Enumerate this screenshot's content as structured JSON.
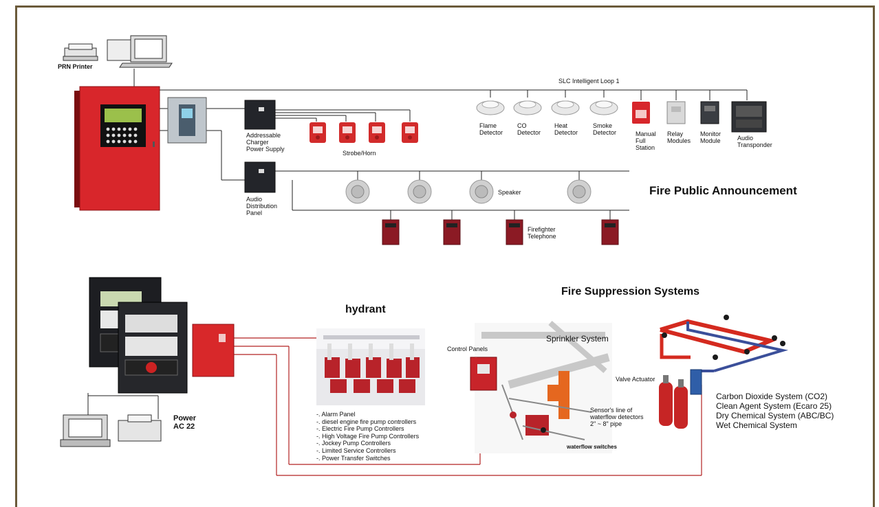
{
  "printer": {
    "label": "PRN Printer"
  },
  "loop": {
    "label": "SLC Intelligent  Loop 1"
  },
  "charger": {
    "label": "Addressable\nCharger\nPower Supply"
  },
  "strobe": {
    "label": "Strobe/Horn"
  },
  "detectors": [
    {
      "label": "Flame\nDetector"
    },
    {
      "label": "CO\nDetector"
    },
    {
      "label": "Heat\nDetector"
    },
    {
      "label": "Smoke\nDetector"
    },
    {
      "label": "Manual\nFull\nStation"
    },
    {
      "label": "Relay\nModules"
    },
    {
      "label": "Monitor\nModule"
    },
    {
      "label": "Audio\nTransponder"
    }
  ],
  "audio_panel": {
    "label": "Audio\nDistribution\nPanel"
  },
  "speaker": {
    "label": "Speaker"
  },
  "telephone": {
    "label": "Firefighter\nTelephone"
  },
  "pa_title": "Fire Public Announcement",
  "suppression_title": "Fire Suppression Systems",
  "hydrant_title": "hydrant",
  "power_label": "Power\nAC 22",
  "hydrant_list": [
    "-. Alarm Panel",
    "-. diesel engine  fire pump controllers",
    "-. Electric Fire Pump Controllers",
    "-. High Voltage Fire Pump Controllers",
    "-. Jockey Pump Controllers",
    "-. Limited  Service Controllers",
    "-. Power Transfer Switches"
  ],
  "sprinkler": {
    "title": "Sprinkler System",
    "control_panels": "Control  Panels",
    "valve_actuator": "Valve Actuator",
    "sensor": "Sensor's line of\nwaterflow detectors\n2\" ~ 8\" pipe",
    "waterflow": "waterflow switches"
  },
  "agents": [
    "Carbon Dioxide System (CO2)",
    "Clean Agent System (Ecaro 25)",
    "Dry Chemical System (ABC/BC)",
    "Wet Chemical System"
  ],
  "colors": {
    "frame": "#6b5a3a",
    "panel_red": "#d8262b",
    "line": "#222222",
    "red_line": "#b22222",
    "pipe_red": "#d42a1f",
    "pipe_blue": "#3b4f9a"
  }
}
